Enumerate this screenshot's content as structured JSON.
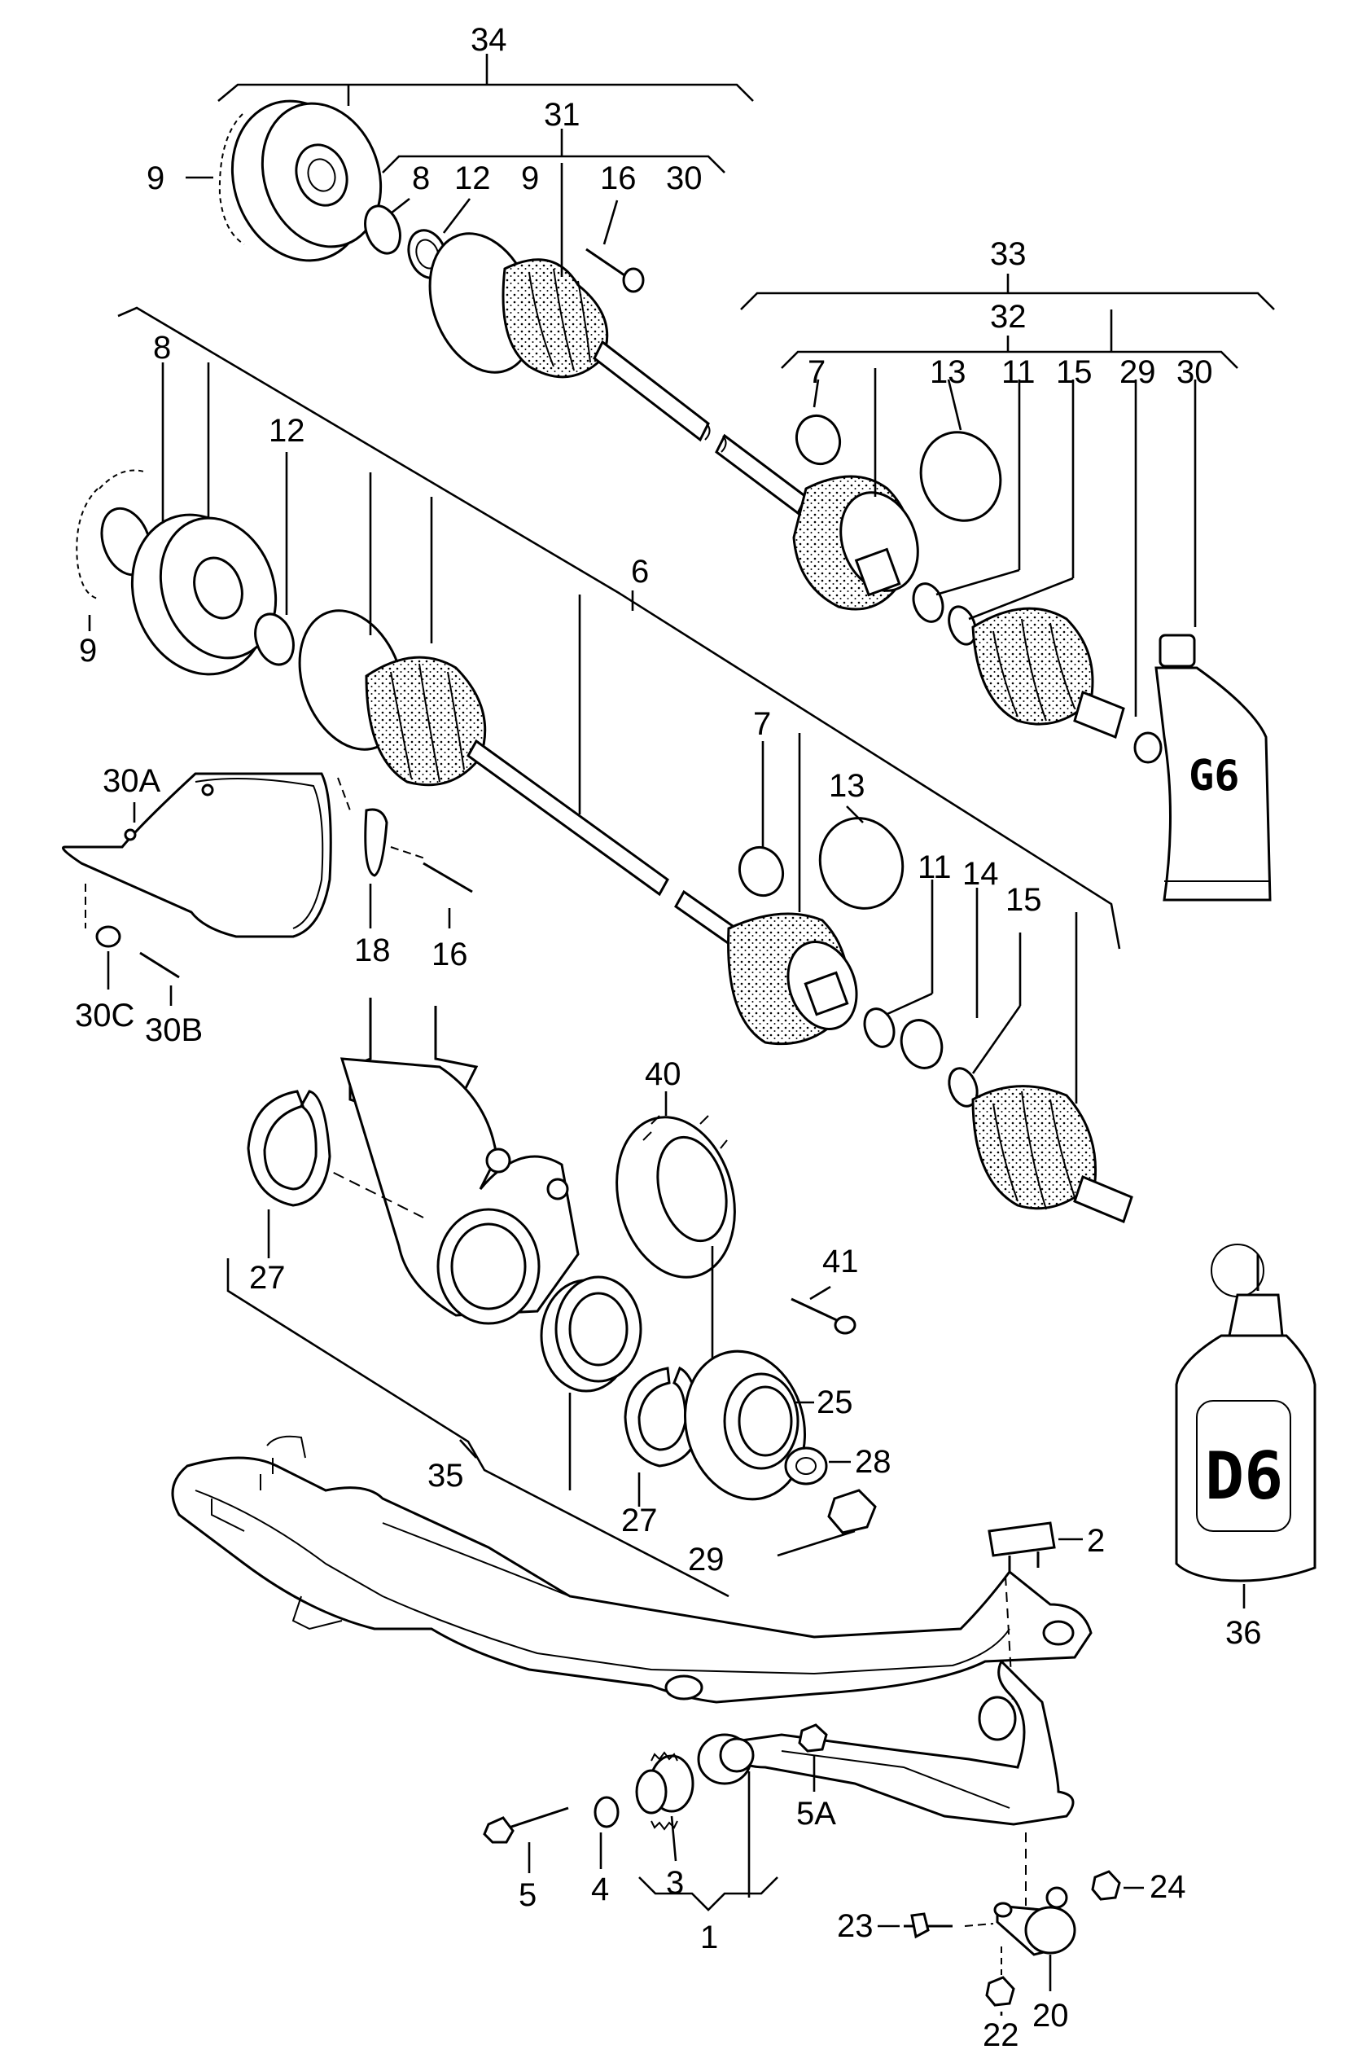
{
  "labels": {
    "l34": "34",
    "l31": "31",
    "l9a": "9",
    "l8a": "8",
    "l12a": "12",
    "l9b": "9",
    "l16a": "16",
    "l30a": "30",
    "l33": "33",
    "l32": "32",
    "l7a": "7",
    "l13a": "13",
    "l11a": "11",
    "l15a": "15",
    "l29a": "29",
    "l30b": "30",
    "l8b": "8",
    "l12b": "12",
    "l9c": "9",
    "l6": "6",
    "l30A": "30A",
    "l18": "18",
    "l16b": "16",
    "l30C": "30C",
    "l30B": "30B",
    "l7b": "7",
    "l13b": "13",
    "l11b": "11",
    "l14": "14",
    "l15b": "15",
    "l40": "40",
    "l27a": "27",
    "l41": "41",
    "l25": "25",
    "l35": "35",
    "l28": "28",
    "l27b": "27",
    "l29b": "29",
    "l2": "2",
    "l36": "36",
    "l5A": "5A",
    "l5": "5",
    "l4": "4",
    "l3": "3",
    "l1": "1",
    "l24": "24",
    "l23": "23",
    "l20": "20",
    "l22": "22"
  },
  "bottles": {
    "grease_tube_text": "G6",
    "oil_bottle_text": "D6"
  }
}
